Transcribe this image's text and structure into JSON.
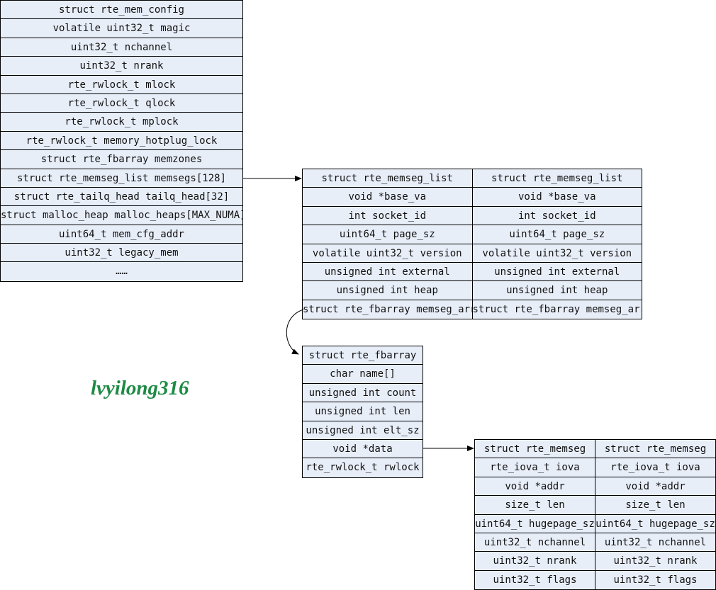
{
  "mem_config": {
    "rows": [
      "struct rte_mem_config",
      "volatile uint32_t magic",
      "uint32_t nchannel",
      "uint32_t nrank",
      "rte_rwlock_t mlock",
      "rte_rwlock_t qlock",
      "rte_rwlock_t mplock",
      "rte_rwlock_t memory_hotplug_lock",
      "struct rte_fbarray memzones",
      "struct rte_memseg_list memsegs[128]",
      "struct rte_tailq_head tailq_head[32]",
      "struct malloc_heap malloc_heaps[MAX_NUMA]",
      "uint64_t mem_cfg_addr",
      "uint32_t legacy_mem",
      "……"
    ]
  },
  "memseg_list": {
    "rows": [
      "struct rte_memseg_list",
      "void *base_va",
      "int socket_id",
      "uint64_t page_sz",
      "volatile uint32_t version",
      "unsigned int external",
      "unsigned int heap",
      "struct rte_fbarray memseg_arr"
    ]
  },
  "fbarray": {
    "rows": [
      "struct rte_fbarray",
      "char name[]",
      "unsigned int count",
      "unsigned int len",
      "unsigned int elt_sz",
      "void *data",
      "rte_rwlock_t rwlock"
    ]
  },
  "memseg": {
    "rows": [
      "struct rte_memseg",
      "rte_iova_t iova",
      "void *addr",
      "size_t len",
      "uint64_t hugepage_sz",
      "uint32_t nchannel",
      "uint32_t nrank",
      "uint32_t flags"
    ]
  },
  "watermark": "lvyilong316",
  "colors": {
    "cell_fill": "#e8eef8",
    "border": "#000000",
    "watermark": "#1e8a44"
  }
}
